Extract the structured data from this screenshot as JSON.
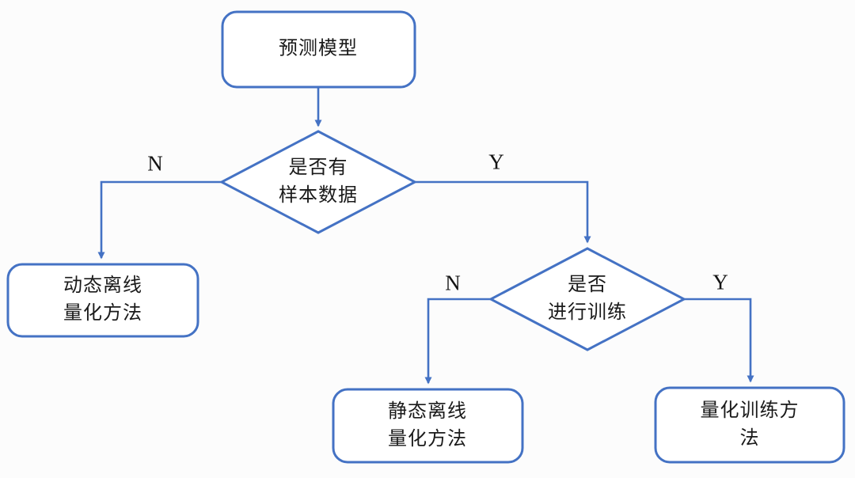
{
  "colors": {
    "accent": "#4472C4",
    "text": "#1a1a1a",
    "background": "#fcfcfc"
  },
  "flowchart": {
    "nodes": {
      "start": {
        "label": "预测模型",
        "type": "terminator"
      },
      "decision_sample_data": {
        "label": "是否有\n样本数据",
        "type": "decision"
      },
      "dynamic_offline": {
        "label": "动态离线\n量化方法",
        "type": "terminator"
      },
      "decision_training": {
        "label": "是否\n进行训练",
        "type": "decision"
      },
      "static_offline": {
        "label": "静态离线\n量化方法",
        "type": "terminator"
      },
      "quant_training": {
        "label": "量化训练方法",
        "type": "terminator"
      }
    },
    "branch_labels": {
      "sample_no": "N",
      "sample_yes": "Y",
      "training_no": "N",
      "training_yes": "Y"
    }
  }
}
